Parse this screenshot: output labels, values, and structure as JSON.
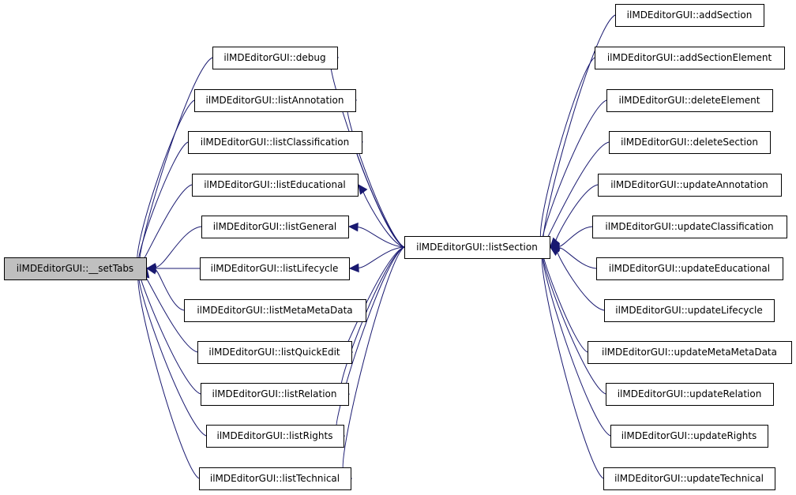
{
  "graph": {
    "root": "ilMDEditorGUI::__setTabs",
    "hub": "ilMDEditorGUI::listSection",
    "nodes": [
      {
        "id": "setTabs",
        "label": "ilMDEditorGUI::__setTabs",
        "root": true
      },
      {
        "id": "debug",
        "label": "ilMDEditorGUI::debug"
      },
      {
        "id": "listAnnotation",
        "label": "ilMDEditorGUI::listAnnotation"
      },
      {
        "id": "listClassification",
        "label": "ilMDEditorGUI::listClassification"
      },
      {
        "id": "listEducational",
        "label": "ilMDEditorGUI::listEducational"
      },
      {
        "id": "listGeneral",
        "label": "ilMDEditorGUI::listGeneral"
      },
      {
        "id": "listLifecycle",
        "label": "ilMDEditorGUI::listLifecycle"
      },
      {
        "id": "listMetaMetaData",
        "label": "ilMDEditorGUI::listMetaMetaData"
      },
      {
        "id": "listQuickEdit",
        "label": "ilMDEditorGUI::listQuickEdit"
      },
      {
        "id": "listRelation",
        "label": "ilMDEditorGUI::listRelation"
      },
      {
        "id": "listRights",
        "label": "ilMDEditorGUI::listRights"
      },
      {
        "id": "listTechnical",
        "label": "ilMDEditorGUI::listTechnical"
      },
      {
        "id": "listSection",
        "label": "ilMDEditorGUI::listSection"
      },
      {
        "id": "addSection",
        "label": "ilMDEditorGUI::addSection"
      },
      {
        "id": "addSectionElement",
        "label": "ilMDEditorGUI::addSectionElement"
      },
      {
        "id": "deleteElement",
        "label": "ilMDEditorGUI::deleteElement"
      },
      {
        "id": "deleteSection",
        "label": "ilMDEditorGUI::deleteSection"
      },
      {
        "id": "updateAnnotation",
        "label": "ilMDEditorGUI::updateAnnotation"
      },
      {
        "id": "updateClassification",
        "label": "ilMDEditorGUI::updateClassification"
      },
      {
        "id": "updateEducational",
        "label": "ilMDEditorGUI::updateEducational"
      },
      {
        "id": "updateLifecycle",
        "label": "ilMDEditorGUI::updateLifecycle"
      },
      {
        "id": "updateMetaMetaData",
        "label": "ilMDEditorGUI::updateMetaMetaData"
      },
      {
        "id": "updateRelation",
        "label": "ilMDEditorGUI::updateRelation"
      },
      {
        "id": "updateRights",
        "label": "ilMDEditorGUI::updateRights"
      },
      {
        "id": "updateTechnical",
        "label": "ilMDEditorGUI::updateTechnical"
      }
    ],
    "edges": [
      {
        "from": "debug",
        "to": "setTabs"
      },
      {
        "from": "listAnnotation",
        "to": "setTabs"
      },
      {
        "from": "listClassification",
        "to": "setTabs"
      },
      {
        "from": "listEducational",
        "to": "setTabs"
      },
      {
        "from": "listGeneral",
        "to": "setTabs"
      },
      {
        "from": "listLifecycle",
        "to": "setTabs"
      },
      {
        "from": "listMetaMetaData",
        "to": "setTabs"
      },
      {
        "from": "listQuickEdit",
        "to": "setTabs"
      },
      {
        "from": "listRelation",
        "to": "setTabs"
      },
      {
        "from": "listRights",
        "to": "setTabs"
      },
      {
        "from": "listTechnical",
        "to": "setTabs"
      },
      {
        "from": "listSection",
        "to": "debug"
      },
      {
        "from": "listSection",
        "to": "listAnnotation"
      },
      {
        "from": "listSection",
        "to": "listClassification"
      },
      {
        "from": "listSection",
        "to": "listEducational"
      },
      {
        "from": "listSection",
        "to": "listGeneral"
      },
      {
        "from": "listSection",
        "to": "listLifecycle"
      },
      {
        "from": "listSection",
        "to": "listQuickEdit"
      },
      {
        "from": "listSection",
        "to": "listRelation"
      },
      {
        "from": "listSection",
        "to": "listRights"
      },
      {
        "from": "listSection",
        "to": "listTechnical"
      },
      {
        "from": "addSection",
        "to": "listSection"
      },
      {
        "from": "addSectionElement",
        "to": "listSection"
      },
      {
        "from": "deleteElement",
        "to": "listSection"
      },
      {
        "from": "deleteSection",
        "to": "listSection"
      },
      {
        "from": "updateAnnotation",
        "to": "listSection"
      },
      {
        "from": "updateClassification",
        "to": "listSection"
      },
      {
        "from": "updateEducational",
        "to": "listSection"
      },
      {
        "from": "updateLifecycle",
        "to": "listSection"
      },
      {
        "from": "updateMetaMetaData",
        "to": "listSection"
      },
      {
        "from": "updateRelation",
        "to": "listSection"
      },
      {
        "from": "updateRights",
        "to": "listSection"
      },
      {
        "from": "updateTechnical",
        "to": "listSection"
      }
    ]
  },
  "colors": {
    "edge": "#191970",
    "root_fill": "#bfbfbf",
    "node_fill": "#ffffff",
    "border": "#000000"
  }
}
